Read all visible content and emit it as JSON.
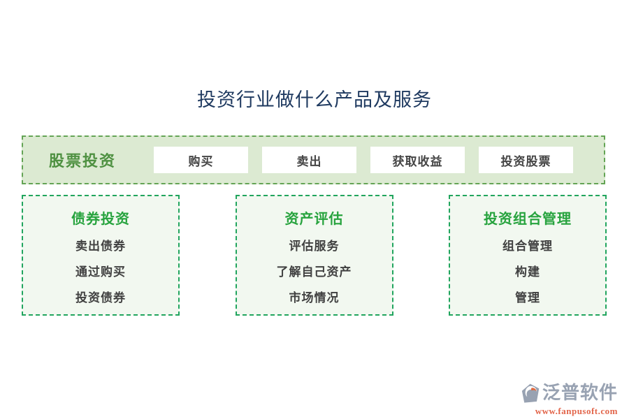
{
  "title": "投资行业做什么产品及服务",
  "top_panel": {
    "label": "股票投资",
    "buttons": [
      {
        "label": "购买"
      },
      {
        "label": "卖出"
      },
      {
        "label": "获取收益"
      },
      {
        "label": "投资股票"
      }
    ]
  },
  "cards": [
    {
      "title": "债券投资",
      "items": [
        "卖出债券",
        "通过购买",
        "投资债券"
      ]
    },
    {
      "title": "资产评估",
      "items": [
        "评估服务",
        "了解自己资产",
        "市场情况"
      ]
    },
    {
      "title": "投资组合管理",
      "items": [
        "组合管理",
        "构建",
        "管理"
      ]
    }
  ],
  "footer": {
    "brand": "泛普软件",
    "url": "www.fanpusoft.com"
  },
  "icons": {
    "brand_logo": "fanpu-swirl-icon"
  },
  "colors": {
    "title_text": "#1f3a60",
    "top_panel_bg": "#dcead2",
    "top_panel_border": "#64a455",
    "top_panel_label": "#4f9142",
    "button_bg": "#ffffff",
    "button_text": "#454545",
    "card_bg": "#f2f8f0",
    "card_border": "#21a55e",
    "card_title": "#27a33e",
    "card_item_text": "#414141",
    "brand_text": "#98a2b2",
    "brand_accent": "#e0673c",
    "url_text": "#e2654a"
  }
}
